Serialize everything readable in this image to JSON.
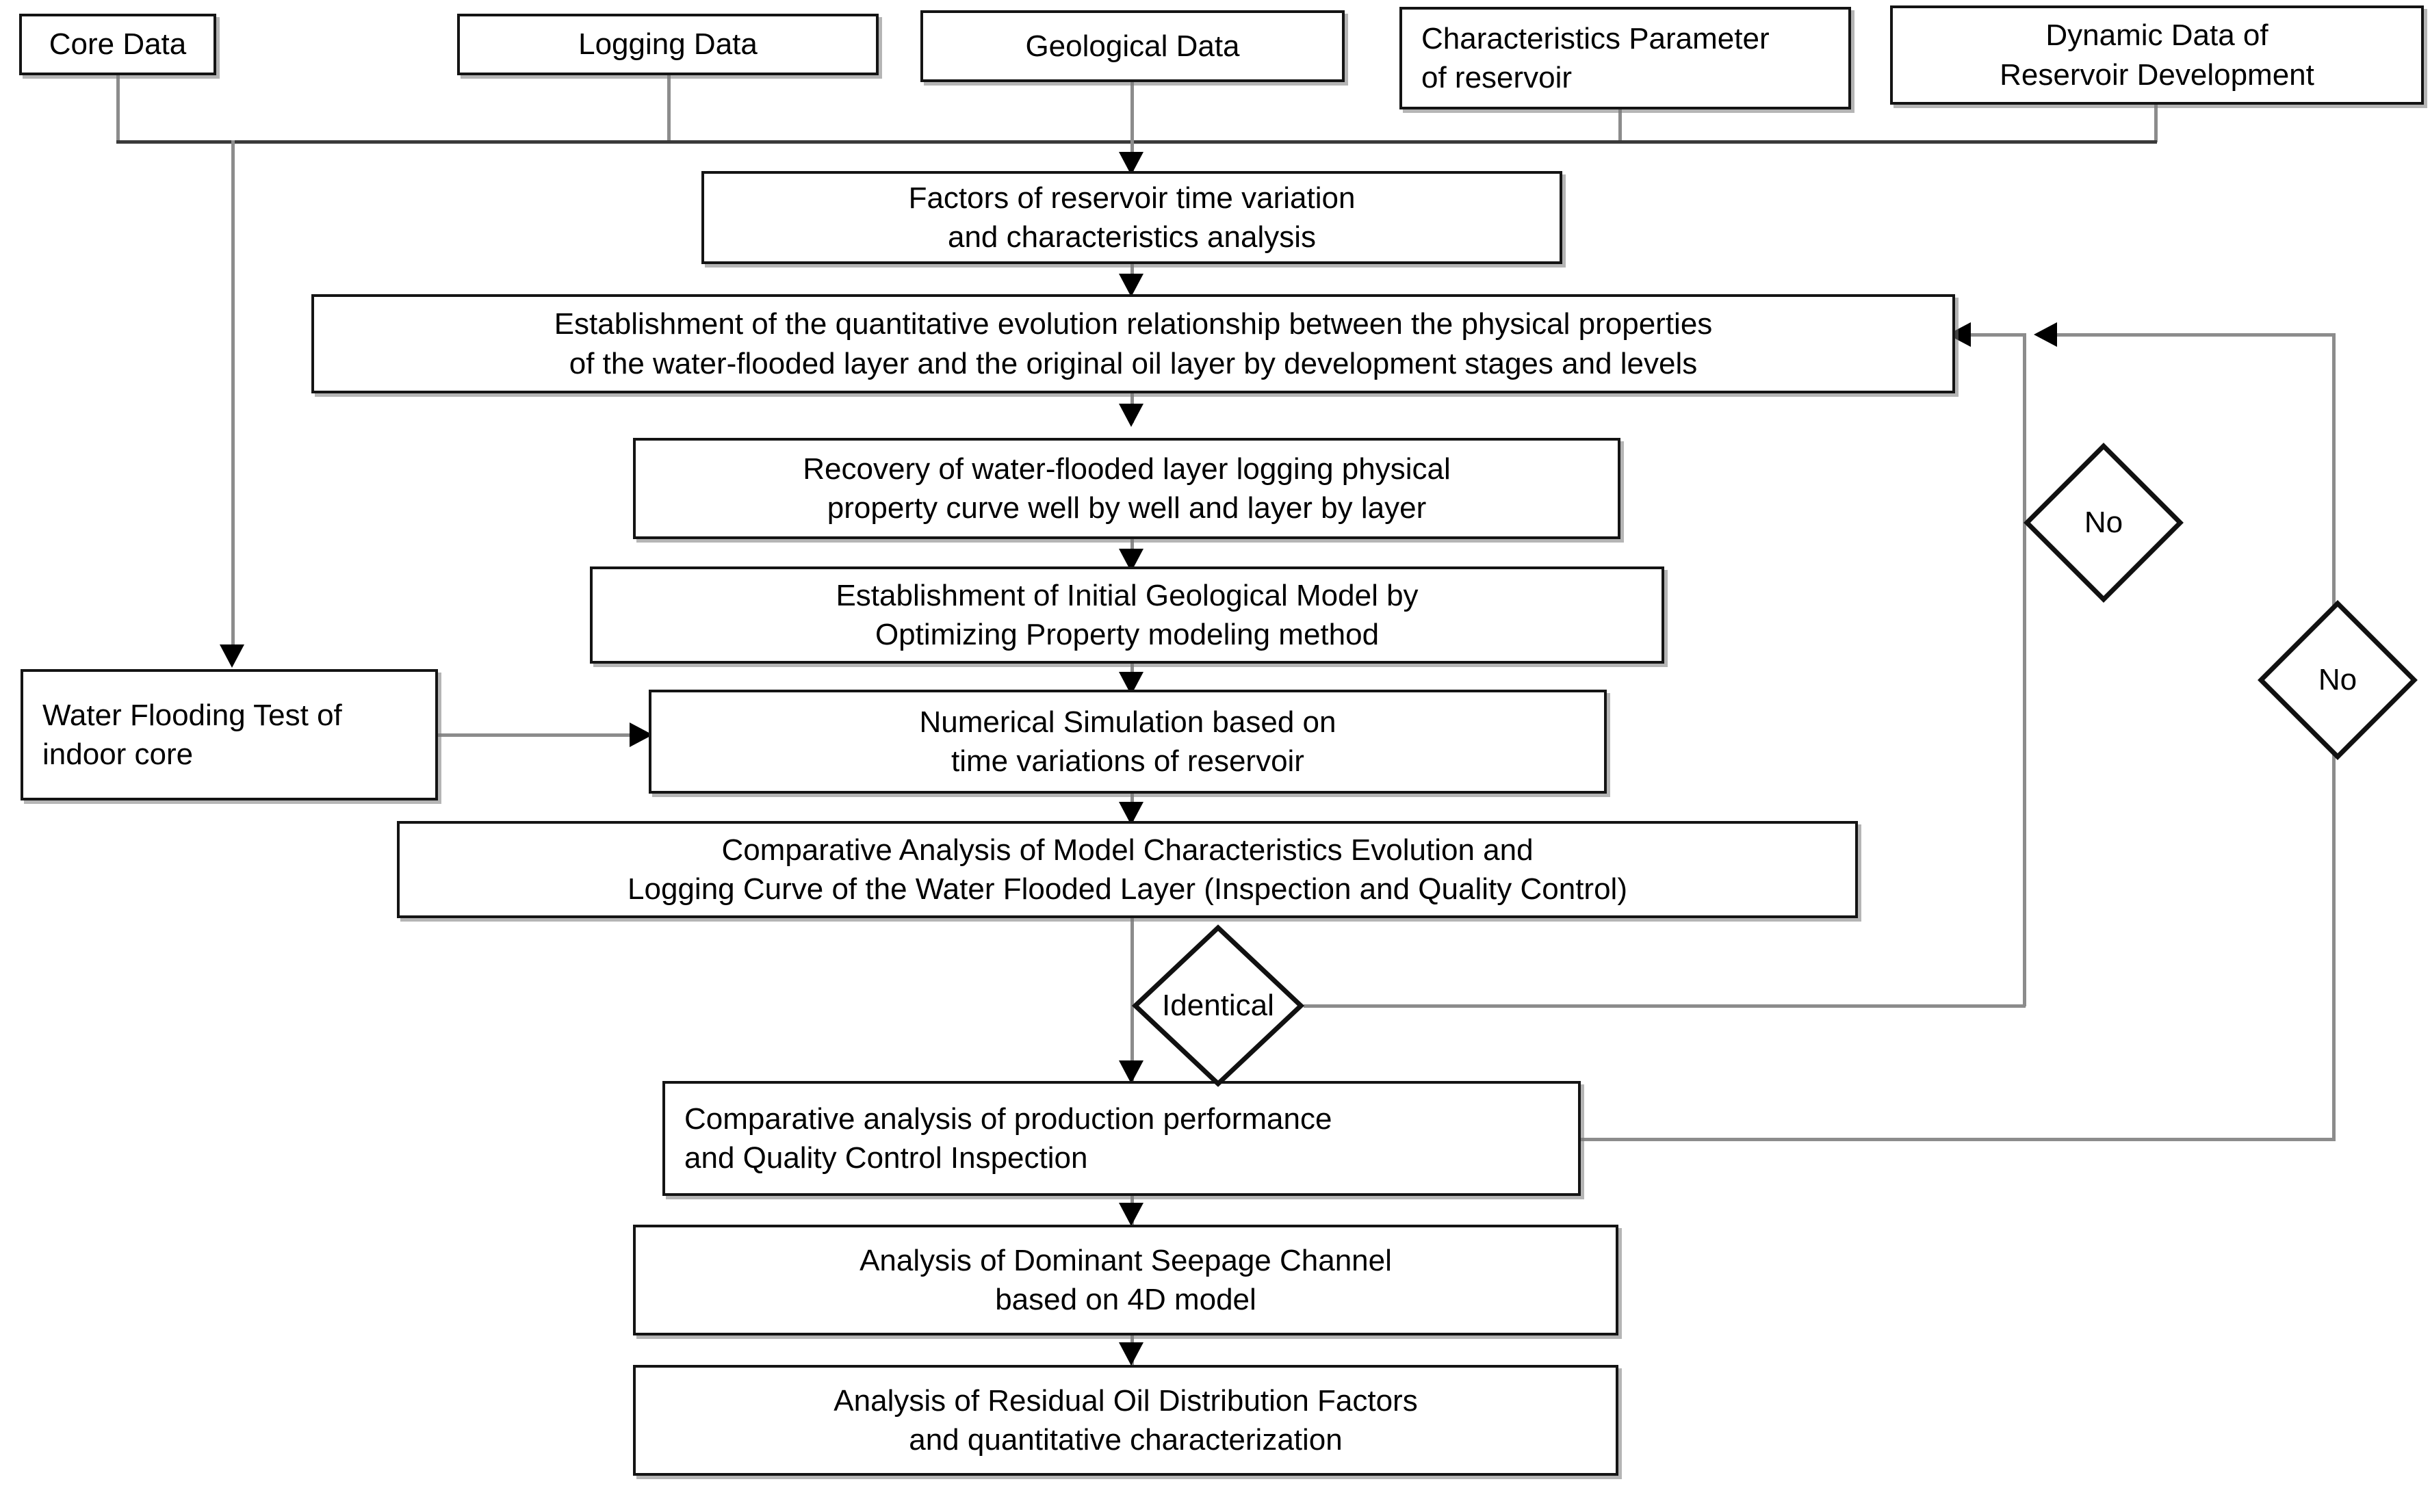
{
  "diagram": {
    "title": "Technical workflow for reservoir time-variation modeling",
    "accent_color": "#000000",
    "line_color": "#8c8c8c",
    "box_border_color": "#141414",
    "background": "#ffffff"
  },
  "inputs": [
    {
      "id": "core-data",
      "label": "Core Data"
    },
    {
      "id": "logging-data",
      "label": "Logging Data"
    },
    {
      "id": "geological-data",
      "label": "Geological Data"
    },
    {
      "id": "characteristics",
      "label": "Characteristics Parameter\nof reservoir"
    },
    {
      "id": "dynamic-data",
      "label": "Dynamic Data of\nReservoir Development"
    }
  ],
  "process": [
    {
      "id": "factors",
      "label": "Factors of reservoir time variation\nand characteristics analysis"
    },
    {
      "id": "establishment",
      "label": "Establishment of the quantitative evolution relationship between the physical properties\nof the water-flooded layer and the original oil layer by development stages and levels"
    },
    {
      "id": "recovery",
      "label": "Recovery of water-flooded layer logging physical\nproperty curve well by well and layer by layer"
    },
    {
      "id": "initial-model",
      "label": "Establishment of Initial Geological Model by\nOptimizing Property modeling method"
    },
    {
      "id": "water-flooding-test",
      "label": "Water Flooding Test of\nindoor core"
    },
    {
      "id": "numerical-simulation",
      "label": "Numerical Simulation based on\ntime variations of reservoir"
    },
    {
      "id": "comparative-model",
      "label": "Comparative Analysis of Model Characteristics Evolution and\nLogging Curve of the Water Flooded Layer (Inspection and Quality Control)"
    },
    {
      "id": "comparative-production",
      "label": "Comparative analysis of production performance\nand Quality Control Inspection"
    },
    {
      "id": "seepage-channel",
      "label": "Analysis of Dominant Seepage Channel\nbased on 4D model"
    },
    {
      "id": "residual-oil",
      "label": "Analysis of Residual Oil Distribution Factors\nand quantitative characterization"
    }
  ],
  "decisions": [
    {
      "id": "identical",
      "label": "Identical"
    },
    {
      "id": "no-inner",
      "label": "No"
    },
    {
      "id": "no-outer",
      "label": "No"
    }
  ]
}
